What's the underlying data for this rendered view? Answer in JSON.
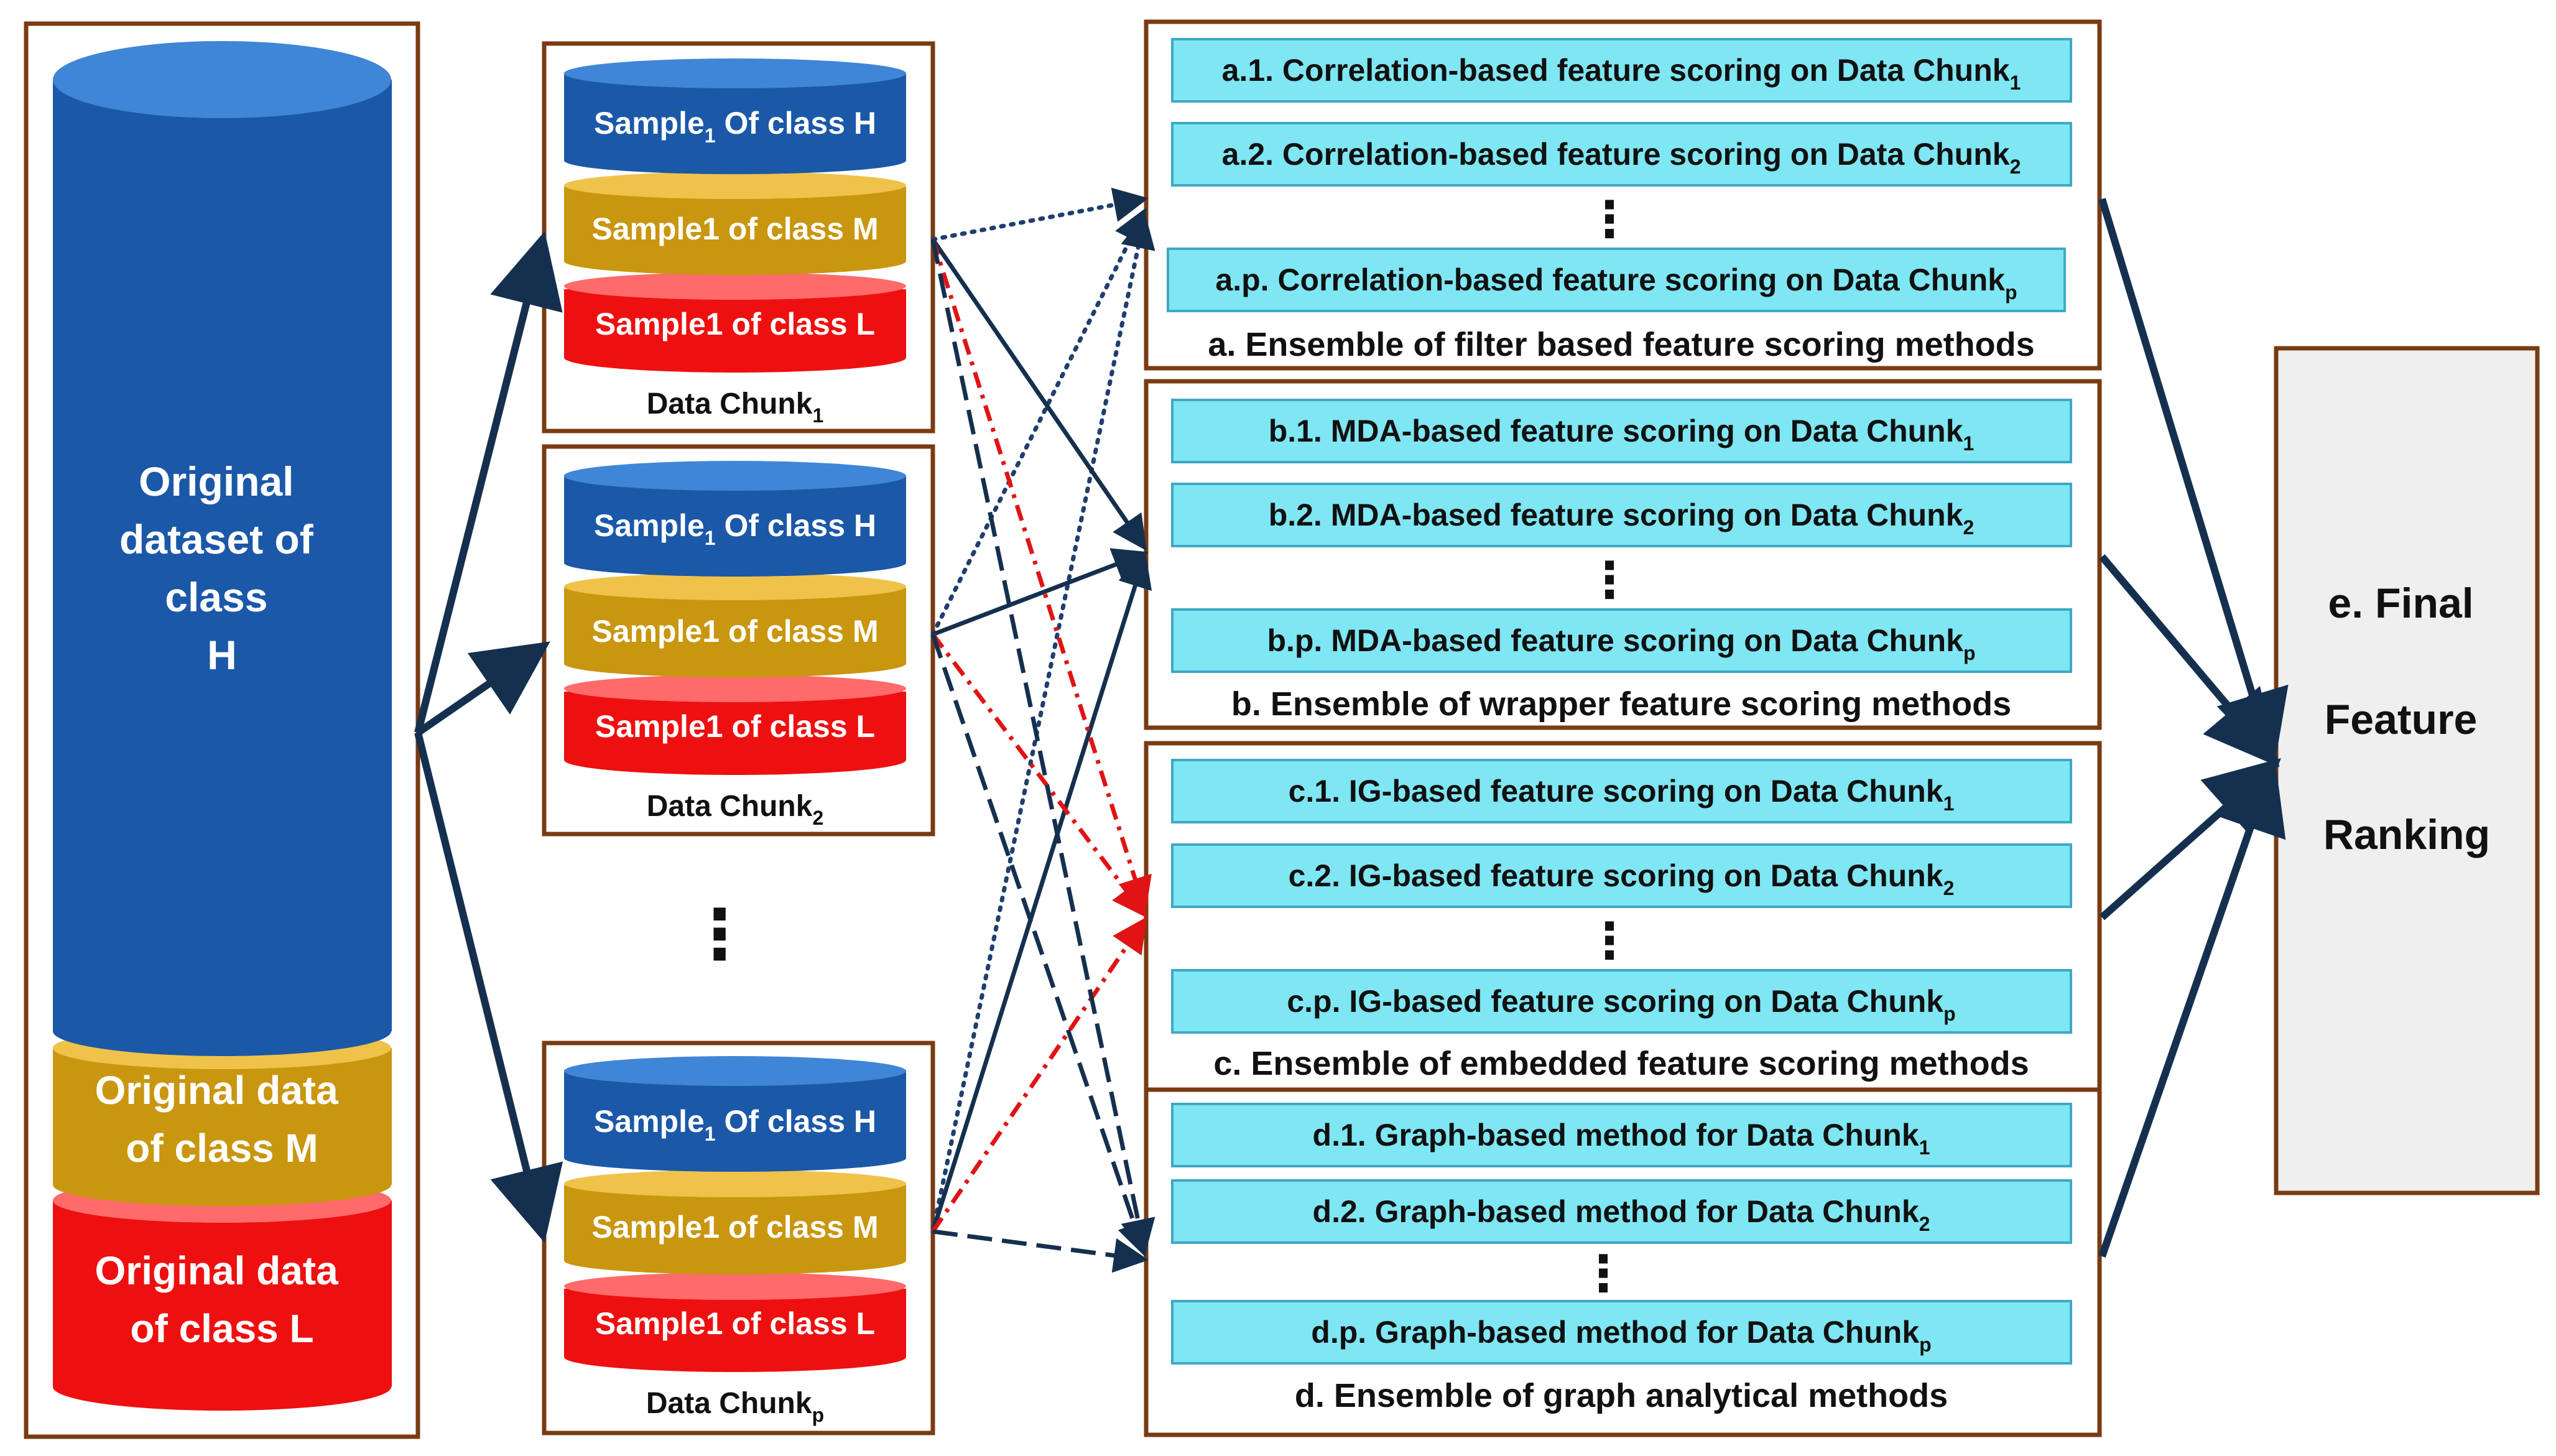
{
  "colors": {
    "frame": "#7a3b12",
    "blue": "#1b58a8",
    "blue_top": "#3f86d6",
    "gold": "#c9960f",
    "gold_top": "#efc24a",
    "red": "#ee1010",
    "red_top": "#ff6a6a",
    "cyan": "#7fe6f3",
    "cyan_border": "#3fa8c4",
    "arrow": "#15304f",
    "dotted": "#1f3f6e",
    "dashdot": "#e01414",
    "final_bg": "#efefef"
  },
  "original": {
    "h": [
      "Original",
      "dataset of",
      "class",
      "H"
    ],
    "m": [
      "Original data",
      "of class M"
    ],
    "l": [
      "Original data",
      "of class L"
    ]
  },
  "chunks": [
    {
      "h": "Sample",
      "h_sub": "1",
      "h_rest": " Of class H",
      "m": "Sample1 of class M",
      "l": "Sample1 of class L",
      "caption": "Data Chunk",
      "caption_sub": "1"
    },
    {
      "h": "Sample",
      "h_sub": "1",
      "h_rest": " Of class H",
      "m": "Sample1 of class M",
      "l": "Sample1 of class L",
      "caption": "Data Chunk",
      "caption_sub": "2"
    },
    {
      "h": "Sample",
      "h_sub": "1",
      "h_rest": " Of class H",
      "m": "Sample1 of class M",
      "l": "Sample1 of class L",
      "caption": "Data Chunk",
      "caption_sub": "p"
    }
  ],
  "ellipsis": "⋮",
  "groups": [
    {
      "items": [
        {
          "text": "a.1. Correlation-based feature scoring on Data Chunk",
          "sub": "1"
        },
        {
          "text": "a.2. Correlation-based feature scoring on Data Chunk",
          "sub": "2"
        },
        {
          "text": "a.p. Correlation-based feature scoring on Data Chunk",
          "sub": "p"
        }
      ],
      "caption": "a. Ensemble of filter based feature scoring methods"
    },
    {
      "items": [
        {
          "text": "b.1. MDA-based feature scoring on Data Chunk",
          "sub": "1"
        },
        {
          "text": "b.2. MDA-based feature scoring on Data Chunk",
          "sub": "2"
        },
        {
          "text": "b.p. MDA-based feature scoring on Data Chunk",
          "sub": "p"
        }
      ],
      "caption": "b. Ensemble of wrapper feature scoring methods"
    },
    {
      "items": [
        {
          "text": "c.1. IG-based feature scoring on Data Chunk",
          "sub": "1"
        },
        {
          "text": "c.2. IG-based feature scoring on Data Chunk",
          "sub": "2"
        },
        {
          "text": "c.p. IG-based feature scoring on Data Chunk",
          "sub": "p"
        }
      ],
      "caption": "c. Ensemble of embedded feature scoring methods"
    },
    {
      "items": [
        {
          "text": "d.1. Graph-based method for Data Chunk",
          "sub": "1"
        },
        {
          "text": "d.2. Graph-based method for Data Chunk",
          "sub": "2"
        },
        {
          "text": "d.p. Graph-based method for Data Chunk",
          "sub": "p"
        }
      ],
      "caption": "d. Ensemble of graph analytical methods"
    }
  ],
  "final": [
    "e. Final",
    "Feature",
    "Ranking"
  ]
}
